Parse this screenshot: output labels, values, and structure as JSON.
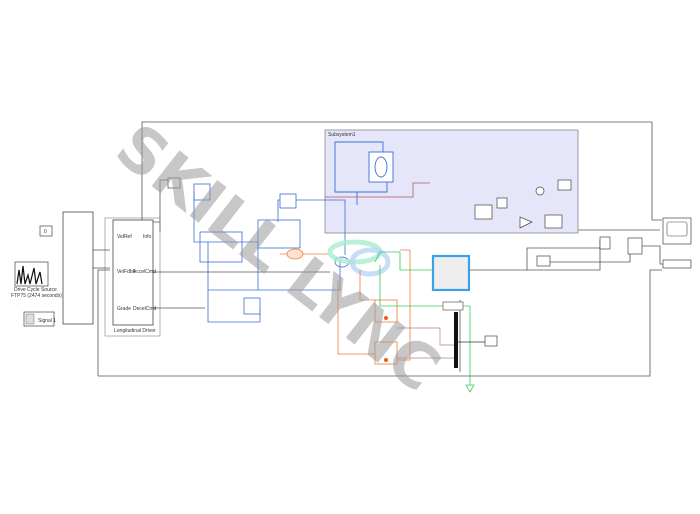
{
  "diagram": {
    "subsystem_label": "Subsystem1",
    "blocks": {
      "drive_cycle": "Drive Cycle Source",
      "drive_cycle_sub": "FTP75 (2474 seconds)",
      "signal_builder": "Signal 1",
      "constant": "0",
      "driver": "Longitudinal Driver",
      "driver_ports": [
        "VelRef",
        "VelFdbk",
        "Grade",
        "AccelCmd",
        "DecelCmd",
        "Info"
      ]
    },
    "watermark": "SKILL LYNC"
  },
  "colors": {
    "subsystem_fill": "#e6e6fb",
    "electrical": "#3b6fd6",
    "thermal": "#f07a3a",
    "mechanical": "#3cc85a",
    "signal": "#333333"
  }
}
